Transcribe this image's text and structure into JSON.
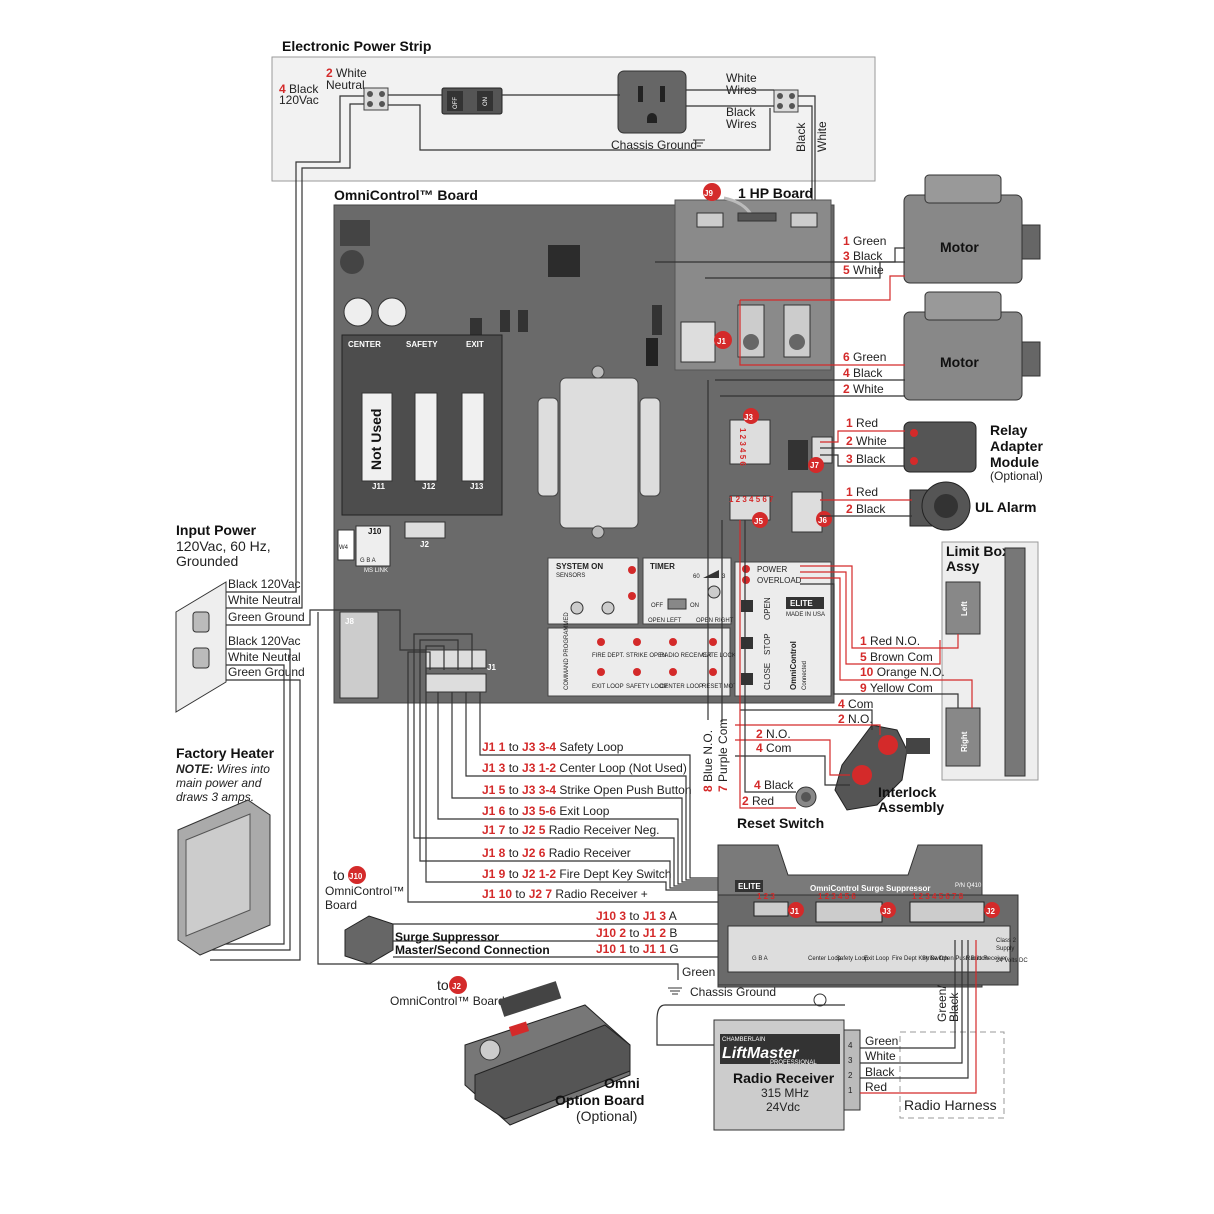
{
  "power_strip": {
    "title": "Electronic Power Strip",
    "black_num": "4",
    "black_text": "Black",
    "vac": "120Vac",
    "white_num": "2",
    "white_text": "White",
    "neutral": "Neutral",
    "off": "OFF",
    "on": "ON",
    "chassis_ground": "Chassis Ground",
    "white_wires": [
      "White",
      "Wires"
    ],
    "black_wires": [
      "Black",
      "Wires"
    ],
    "black_v": "Black",
    "white_v": "White"
  },
  "omni_board": {
    "title": "OmniControl™ Board",
    "hp_board": "1 HP Board",
    "j9": "J9",
    "j1": "J1",
    "j3": "J3",
    "j7": "J7",
    "j5": "J5",
    "j6": "J6",
    "j10": "J10",
    "j2": "J2",
    "j8": "J8",
    "j11": "J11",
    "j12": "J12",
    "j13": "J13",
    "center": "CENTER",
    "safety": "SAFETY",
    "exit": "EXIT",
    "not_used": "Not Used",
    "system_on": "SYSTEM ON",
    "sensors": "SENSORS",
    "timer": "TIMER",
    "timer_60": "60",
    "timer_3": "3",
    "off_on": "OFF",
    "on_lbl": "ON",
    "open_left": "OPEN LEFT",
    "open_right": "OPEN RIGHT",
    "power": "POWER",
    "overload": "OVERLOAD",
    "open": "OPEN",
    "stop": "STOP",
    "close": "CLOSE",
    "elite": "ELITE",
    "made_in_usa": "MADE IN USA",
    "omnicontrol": "OmniControl",
    "connected": "Connected",
    "w4": "W4",
    "gba": "G  B  A",
    "ms_link": "MS LINK",
    "leds_top": [
      "FIRE DEPT.",
      "STRIKE OPEN",
      "RADIO RECEIVER",
      "GATE LOCKED"
    ],
    "leds_bottom": [
      "EXIT LOOP",
      "SAFETY LOOP",
      "CENTER LOOP",
      "RESET MOTOR"
    ],
    "cmd_label": "COMMAND PROGRAMMED",
    "j3_pins": "1 2 3 4 5 6",
    "j5_pins": "1 2 3 4 5 6 7"
  },
  "motors": [
    {
      "label": "Motor",
      "wires": [
        {
          "num": "1",
          "color": "Green"
        },
        {
          "num": "3",
          "color": "Black"
        },
        {
          "num": "5",
          "color": "White"
        }
      ]
    },
    {
      "label": "Motor",
      "wires": [
        {
          "num": "6",
          "color": "Green"
        },
        {
          "num": "4",
          "color": "Black"
        },
        {
          "num": "2",
          "color": "White"
        }
      ]
    }
  ],
  "relay_adapter": {
    "title": [
      "Relay",
      "Adapter",
      "Module"
    ],
    "optional": "(Optional)",
    "wires": [
      {
        "num": "1",
        "color": "Red"
      },
      {
        "num": "2",
        "color": "White"
      },
      {
        "num": "3",
        "color": "Black"
      }
    ]
  },
  "ul_alarm": {
    "title": "UL Alarm",
    "wires": [
      {
        "num": "1",
        "color": "Red"
      },
      {
        "num": "2",
        "color": "Black"
      }
    ]
  },
  "limit_box": {
    "title": [
      "Limit Box",
      "Assy"
    ],
    "left": "Left",
    "right": "Right",
    "wires": [
      {
        "num": "1",
        "text": "Red N.O."
      },
      {
        "num": "5",
        "text": "Brown Com"
      },
      {
        "num": "10",
        "text": "Orange N.O."
      },
      {
        "num": "9",
        "text": "Yellow Com"
      }
    ]
  },
  "interlock": {
    "title": [
      "Interlock",
      "Assembly"
    ],
    "wires": [
      {
        "num": "4",
        "text": "Com"
      },
      {
        "num": "2",
        "text": "N.O."
      },
      {
        "num": "2",
        "text": "N.O."
      },
      {
        "num": "4",
        "text": "Com"
      }
    ]
  },
  "reset_switch": {
    "title": "Reset Switch",
    "wires": [
      {
        "num": "4",
        "text": "Black"
      },
      {
        "num": "2",
        "text": "Red"
      }
    ]
  },
  "j5_wires": [
    {
      "num": "8",
      "text": "Blue N.O."
    },
    {
      "num": "7",
      "text": "Purple Com"
    }
  ],
  "input_power": {
    "title": "Input Power",
    "lines": [
      "120Vac, 60 Hz,",
      "Grounded"
    ],
    "wires_a": [
      "Black 120Vac",
      "White Neutral",
      "Green Ground"
    ],
    "wires_b": [
      "Black 120Vac",
      "White Neutral",
      "Green Ground"
    ]
  },
  "factory_heater": {
    "title": "Factory Heater",
    "note_label": "NOTE:",
    "note": [
      " Wires into",
      "main power and",
      "draws 3 amps."
    ]
  },
  "j1_connections": [
    {
      "a": "J1 1",
      "b": "J3 3-4",
      "desc": "Safety Loop"
    },
    {
      "a": "J1 3",
      "b": "J3 1-2",
      "desc": "Center Loop (Not Used)"
    },
    {
      "a": "J1 5",
      "b": "J3 3-4",
      "desc": "Strike Open Push Button"
    },
    {
      "a": "J1 6",
      "b": "J3 5-6",
      "desc": "Exit Loop"
    },
    {
      "a": "J1 7",
      "b": "J2 5",
      "desc": "Radio Receiver Neg."
    },
    {
      "a": "J1 8",
      "b": "J2 6",
      "desc": "Radio Receiver"
    },
    {
      "a": "J1 9",
      "b": "J2 1-2",
      "desc": "Fire Dept Key Switch"
    },
    {
      "a": "J1 10",
      "b": "J2 7",
      "desc": "Radio Receiver +"
    }
  ],
  "j10_connections": [
    {
      "a": "J10 3",
      "b": "J1 3",
      "desc": "A"
    },
    {
      "a": "J10 2",
      "b": "J1 2",
      "desc": "B"
    },
    {
      "a": "J10 1",
      "b": "J1 1",
      "desc": "G"
    }
  ],
  "connector": {
    "to_j10_to": "to",
    "to_j10": "J10",
    "board": [
      "OmniControl™",
      "Board"
    ],
    "title": [
      "Surge Suppressor",
      "Master/Second Connection"
    ]
  },
  "surge": {
    "title": "OmniControl Surge Suppressor",
    "elite": "ELITE",
    "pn": "P/N Q410",
    "j1": "J1",
    "j3": "J3",
    "j2": "J2",
    "pins3": "1 2 3",
    "pins6": "1 2 3 4 5 6",
    "pins8": "1 2 3 4 5 6 7 8",
    "labels": [
      "G  B  A",
      "Center Loop",
      "Safety Loop",
      "Exit Loop",
      "Fire Dept Key Switch",
      "Strike Open Push Button",
      "Radio Receiver"
    ],
    "class2": [
      "Class 2",
      "Supply"
    ],
    "vdc": "24 Volts DC",
    "green": "Green",
    "chassis_ground": "Chassis Ground",
    "green_black": [
      "Green/",
      "Black"
    ]
  },
  "radio": {
    "brand_top": "CHAMBERLAIN",
    "brand": "LiftMaster",
    "brand_sub": "PROFESSIONAL",
    "title": "Radio Receiver",
    "freq": "315 MHz",
    "volt": "24Vdc",
    "pins": [
      "4",
      "3",
      "2",
      "1"
    ],
    "wires": [
      "Green",
      "White",
      "Black",
      "Red"
    ],
    "harness": "Radio Harness"
  },
  "option_board": {
    "to": "to",
    "j2": "J2",
    "board": "OmniControl™ Board",
    "title": [
      "Omni",
      "Option Board"
    ],
    "optional": "(Optional)"
  }
}
